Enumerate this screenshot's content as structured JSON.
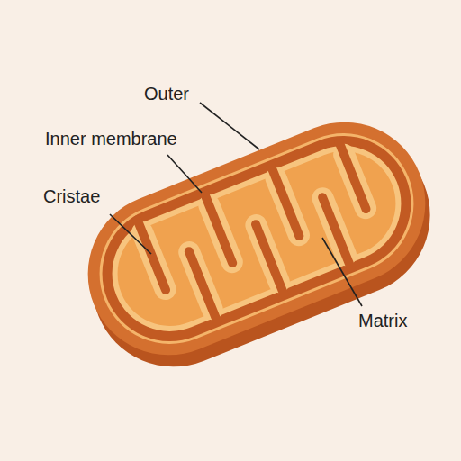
{
  "diagram": {
    "labels": [
      "Outer",
      "Inner membrane",
      "Cristae",
      "Matrix"
    ]
  }
}
